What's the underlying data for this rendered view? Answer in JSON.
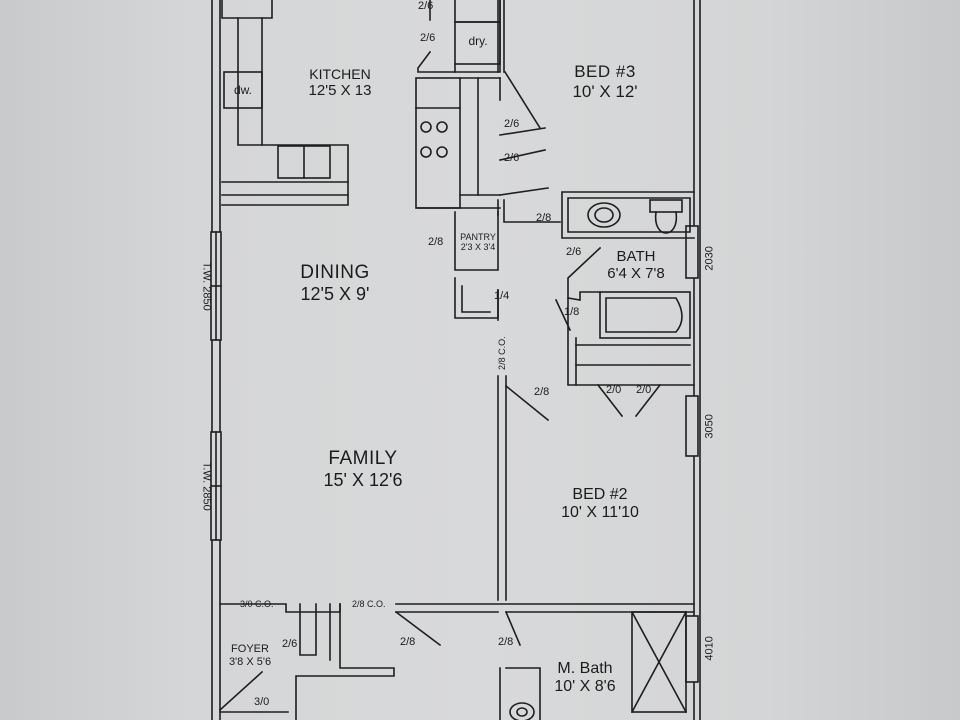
{
  "rooms": {
    "kitchen": {
      "name": "KITCHEN",
      "dims": "12'5 X 13"
    },
    "bed3": {
      "name": "BED #3",
      "dims": "10' X 12'"
    },
    "dining": {
      "name": "DINING",
      "dims": "12'5 X 9'"
    },
    "bath": {
      "name": "BATH",
      "dims": "6'4 X 7'8"
    },
    "family": {
      "name": "FAMILY",
      "dims": "15' X 12'6"
    },
    "bed2": {
      "name": "BED #2",
      "dims": "10' X 11'10"
    },
    "foyer": {
      "name": "FOYER",
      "dims": "3'8 X 5'6"
    },
    "mbath": {
      "name": "M. Bath",
      "dims": "10' X 8'6"
    },
    "pantry": {
      "name": "PANTRY",
      "dims": "2'3 X 3'4"
    }
  },
  "appliances": {
    "dishwasher": "dw.",
    "dryer": "dry."
  },
  "doors": {
    "laundry_top": "2/6",
    "laundry": "2/6",
    "bed3_a": "2/6",
    "bed3_b": "2/6",
    "bed3_entry": "2/8",
    "pantry": "2/8",
    "bath_entry": "2/6",
    "linen": "1/4",
    "bath_closet": "1/8",
    "hall_co": "2/8 C.O.",
    "bed2": "2/8",
    "bed2_closet_a": "2/0",
    "bed2_closet_b": "2/0",
    "foyer_co": "3/0 C.O.",
    "family_co": "2/8 C.O.",
    "foyer_closet": "2/6",
    "hall_lower": "2/8",
    "mbath": "2/8",
    "front": "3/0"
  },
  "windows": {
    "dining": "T.W. 2850",
    "family": "T.W. 2850",
    "bath": "2030",
    "bed2": "3050",
    "mbath": "4010"
  }
}
